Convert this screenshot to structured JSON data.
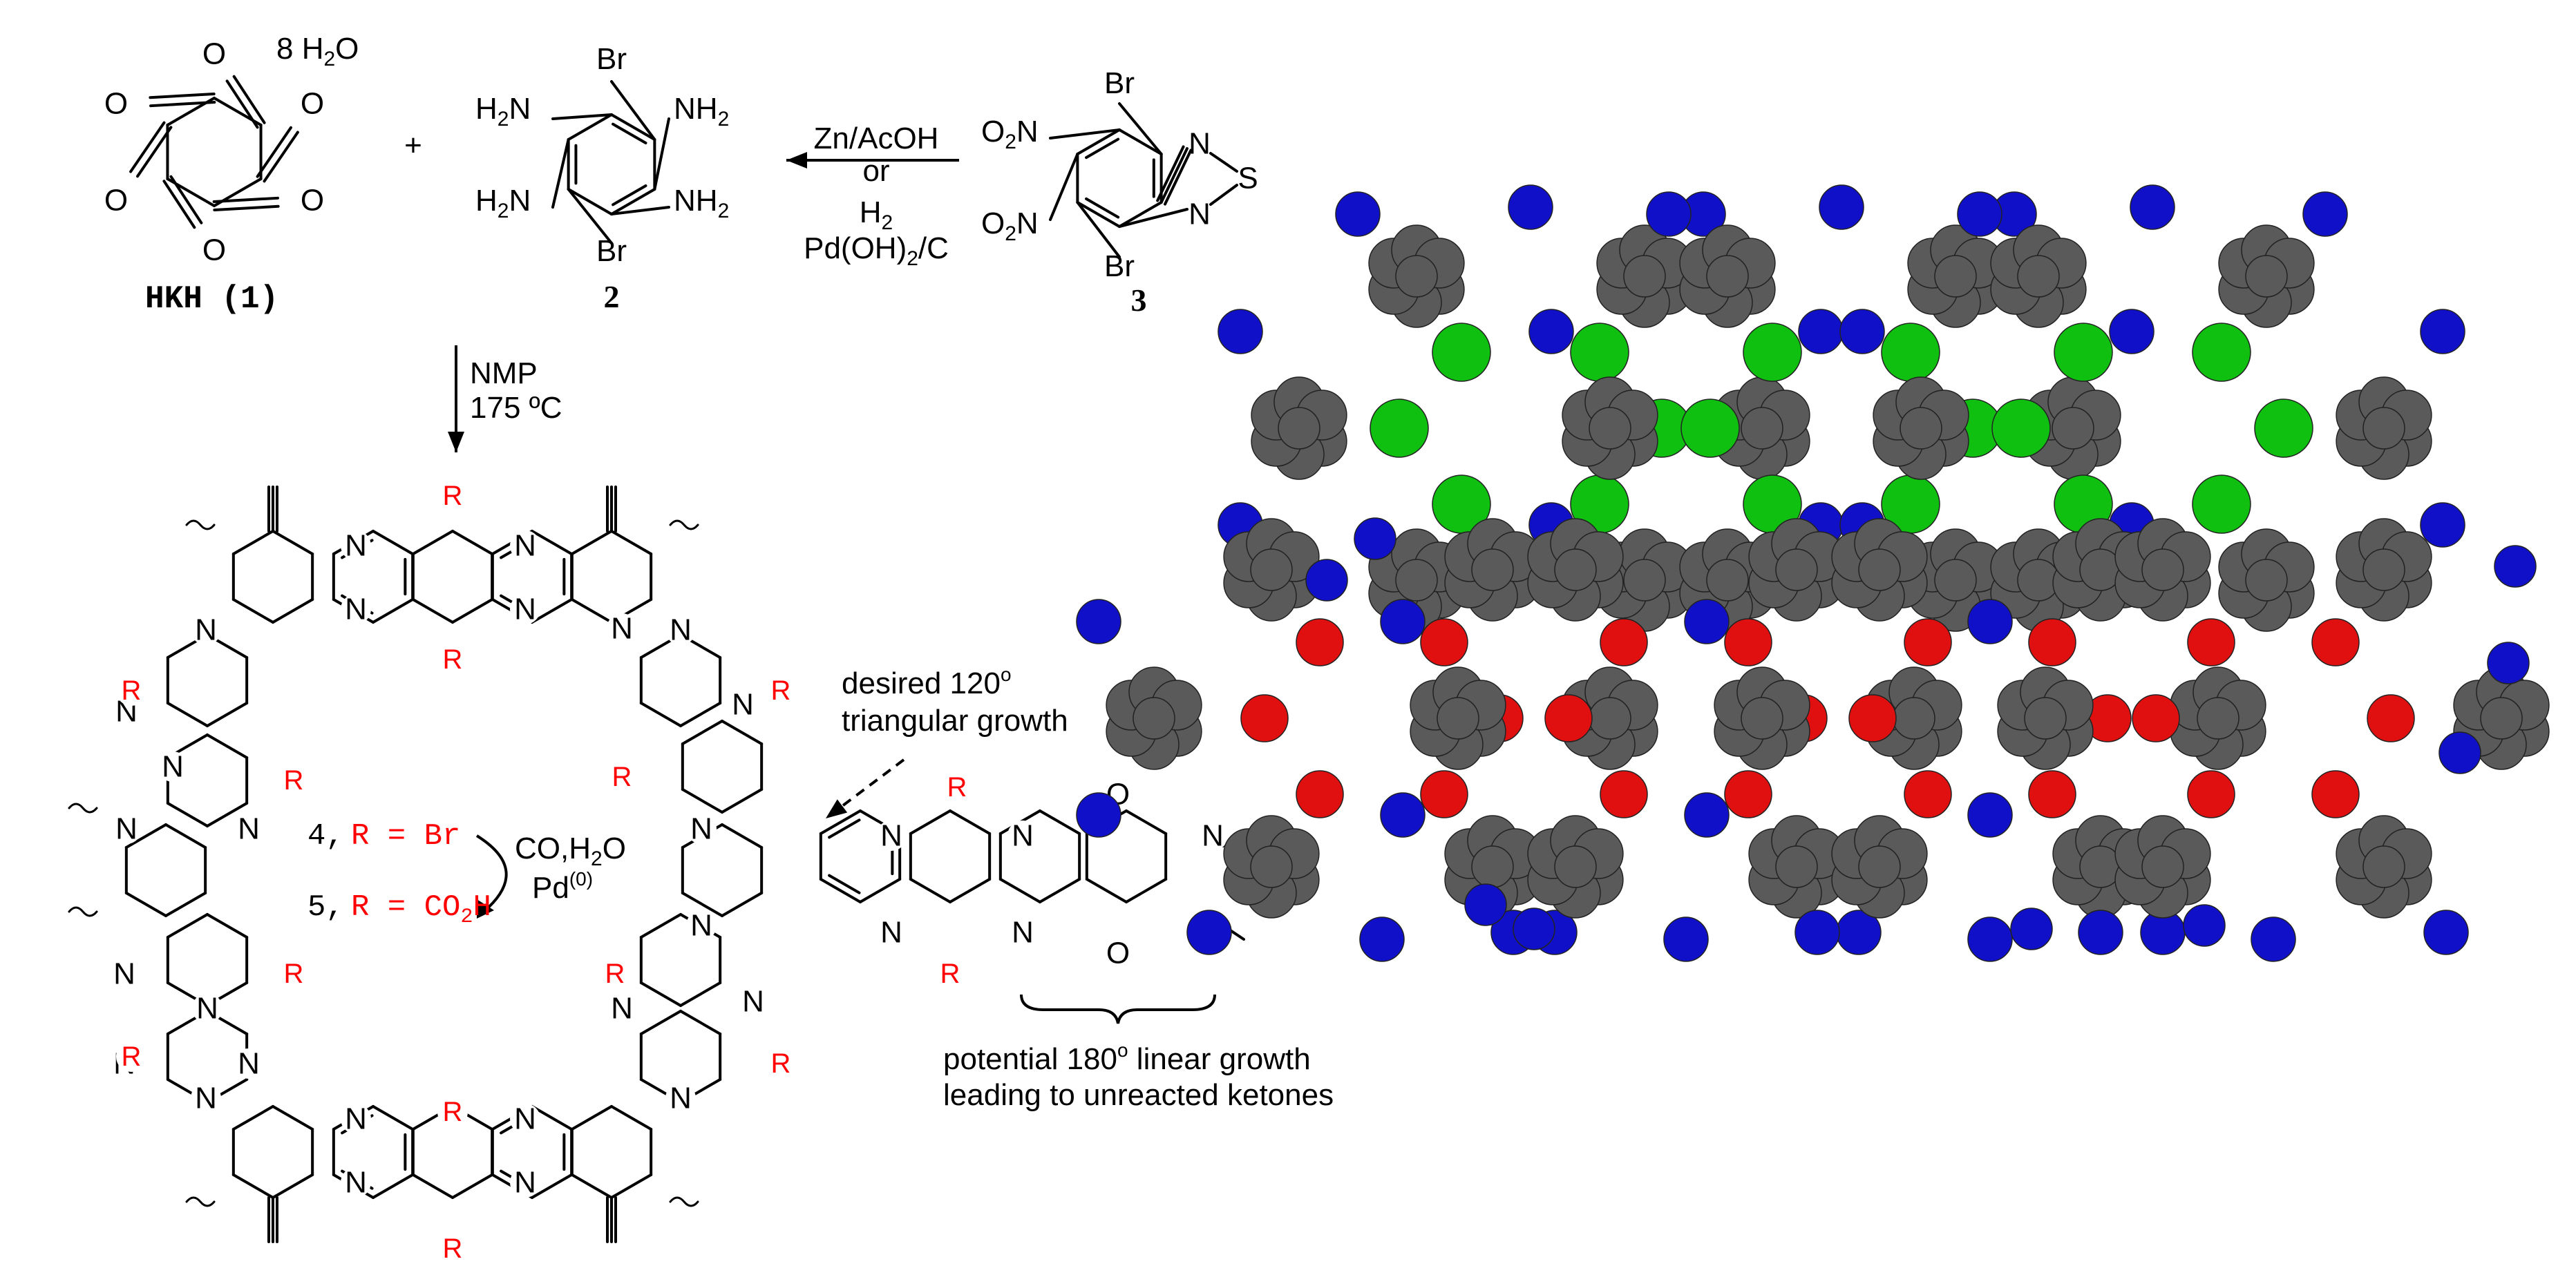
{
  "hkh": {
    "water": "8 H",
    "water_sub": "2",
    "water_tail": "O",
    "label": "HKH (1)"
  },
  "plus": "+",
  "cmp2": {
    "label": "2",
    "br": "Br",
    "nh2": "NH",
    "nh2_sub": "2",
    "h2n": "H",
    "h2n_sub": "2",
    "h2n_tail": "N"
  },
  "cmp3": {
    "label": "3",
    "br": "Br",
    "no2": "O",
    "no2_sub": "2",
    "no2_tail": "N",
    "n": "N",
    "s": "S"
  },
  "step1": {
    "line1": "Zn/AcOH",
    "line2": "or",
    "line3": "H",
    "line3_sub": "2",
    "line4a": "Pd(OH)",
    "line4_sub": "2",
    "line4b": "/C"
  },
  "step2": {
    "line1": "NMP",
    "line2": "175 ºC"
  },
  "cmp45": {
    "c4_num": "4,",
    "c4_eq": "R = Br",
    "c5_num": "5,",
    "c5_eq": "R = CO",
    "c5_sub": "2",
    "c5_tail": "H",
    "cond1": "CO,H",
    "cond1_sub": "2",
    "cond1_tail": "O",
    "cond2": "Pd",
    "cond2_sup": "(0)"
  },
  "atoms": {
    "n": "N",
    "o": "O",
    "r": "R"
  },
  "annotations": {
    "desired_1": "desired 120",
    "desired_sup": "o",
    "desired_2": "triangular growth",
    "linear_1a": "potential 180",
    "linear_sup": "o",
    "linear_1b": " linear growth",
    "linear_2": "leading to unreacted ketones"
  },
  "colors": {
    "carbon": "#5a5a5a",
    "nitrogen": "#1010c8",
    "oxygen": "#e01010",
    "bromine": "#10c010",
    "r_group": "#ff0000"
  }
}
